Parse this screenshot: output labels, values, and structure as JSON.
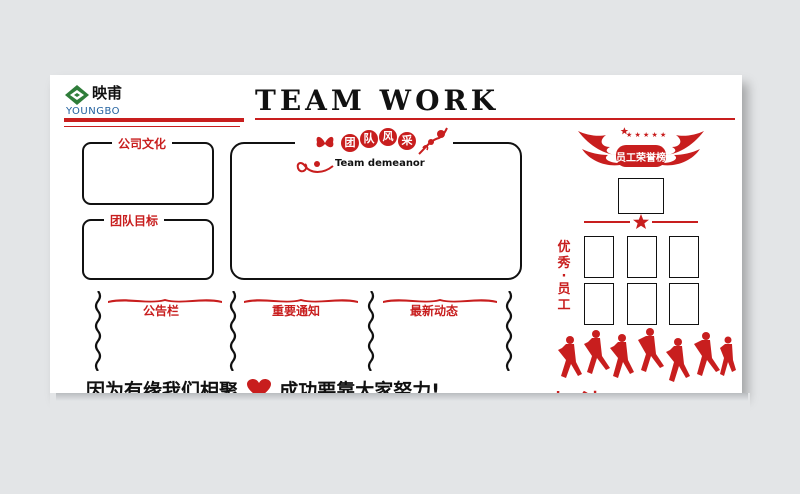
{
  "logo": {
    "cn": "映甫",
    "en": "YOUNGBO"
  },
  "title": "TEAM WORK",
  "panels": {
    "culture": "公司文化",
    "goal": "团队目标",
    "style_chars": [
      "团",
      "队",
      "风",
      "采"
    ],
    "style_en": "Team demeanor"
  },
  "sections": {
    "notice": "公告栏",
    "important": "重要通知",
    "news": "最新动态"
  },
  "honor": {
    "badge": "员工荣誉榜",
    "vertical_chars": [
      "优",
      "秀",
      "·",
      "员",
      "工"
    ]
  },
  "slogan": {
    "part1": "因为有缘我们相聚",
    "part2": "成功要靠大家努力!"
  },
  "cheer": "加油",
  "colors": {
    "accent": "#c81e1e",
    "ink": "#111111"
  }
}
